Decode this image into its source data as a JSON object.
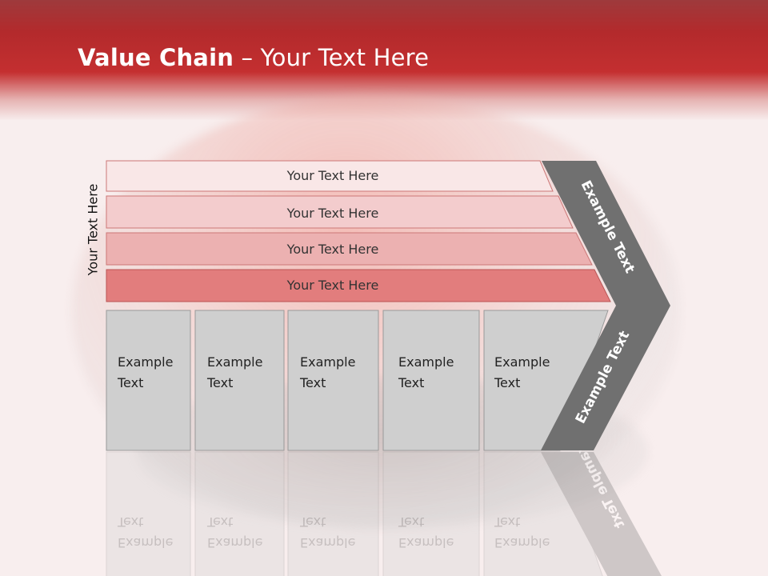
{
  "title": {
    "bold": "Value Chain",
    "rest": " – Your Text Here"
  },
  "side_label": "Your Text Here",
  "bars": [
    {
      "label": "Your Text Here",
      "color": "#f9e7e7"
    },
    {
      "label": "Your Text Here",
      "color": "#f3cccd"
    },
    {
      "label": "Your Text Here",
      "color": "#ecb1b1"
    },
    {
      "label": "Your Text Here",
      "color": "#e27d7d"
    }
  ],
  "columns": [
    {
      "line1": "Example",
      "line2": "Text"
    },
    {
      "line1": "Example",
      "line2": "Text"
    },
    {
      "line1": "Example",
      "line2": "Text"
    },
    {
      "line1": "Example",
      "line2": "Text"
    },
    {
      "line1": "Example",
      "line2": "Text"
    }
  ],
  "chevron": {
    "upper_label": "Example Text",
    "lower_label": "Example Text",
    "color": "#707070"
  },
  "colors": {
    "header_red": "#c42f30",
    "column_fill": "#cfcfcf"
  }
}
